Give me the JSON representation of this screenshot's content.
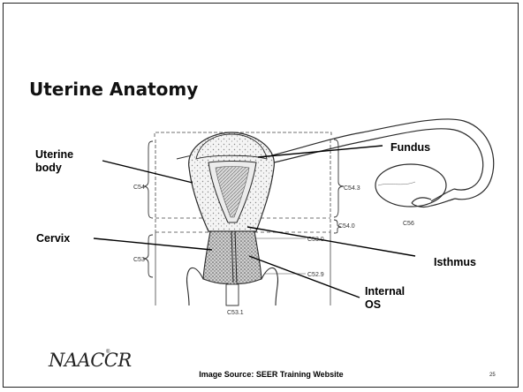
{
  "slide": {
    "title": "Uterine Anatomy",
    "labels": {
      "uterine_body": "Uterine body",
      "uterine_body_line1": "Uterine",
      "uterine_body_line2": "body",
      "fundus": "Fundus",
      "cervix": "Cervix",
      "isthmus": "Isthmus",
      "internal_os_line1": "Internal",
      "internal_os_line2": "OS"
    },
    "codes": {
      "c54": "C54",
      "c543": "C54.3",
      "c540": "C54.0",
      "c530": "C53.0",
      "c53": "C53",
      "c529": "C52.9",
      "c531": "C53.1",
      "c56": "C56"
    },
    "logo": "NAACCR",
    "logo_mark": "®",
    "source": "Image Source: SEER Training Website",
    "page_number": "25"
  },
  "colors": {
    "text": "#000000",
    "diagram_stroke": "#2b2b2b",
    "stipple": "#9a9a9a"
  }
}
